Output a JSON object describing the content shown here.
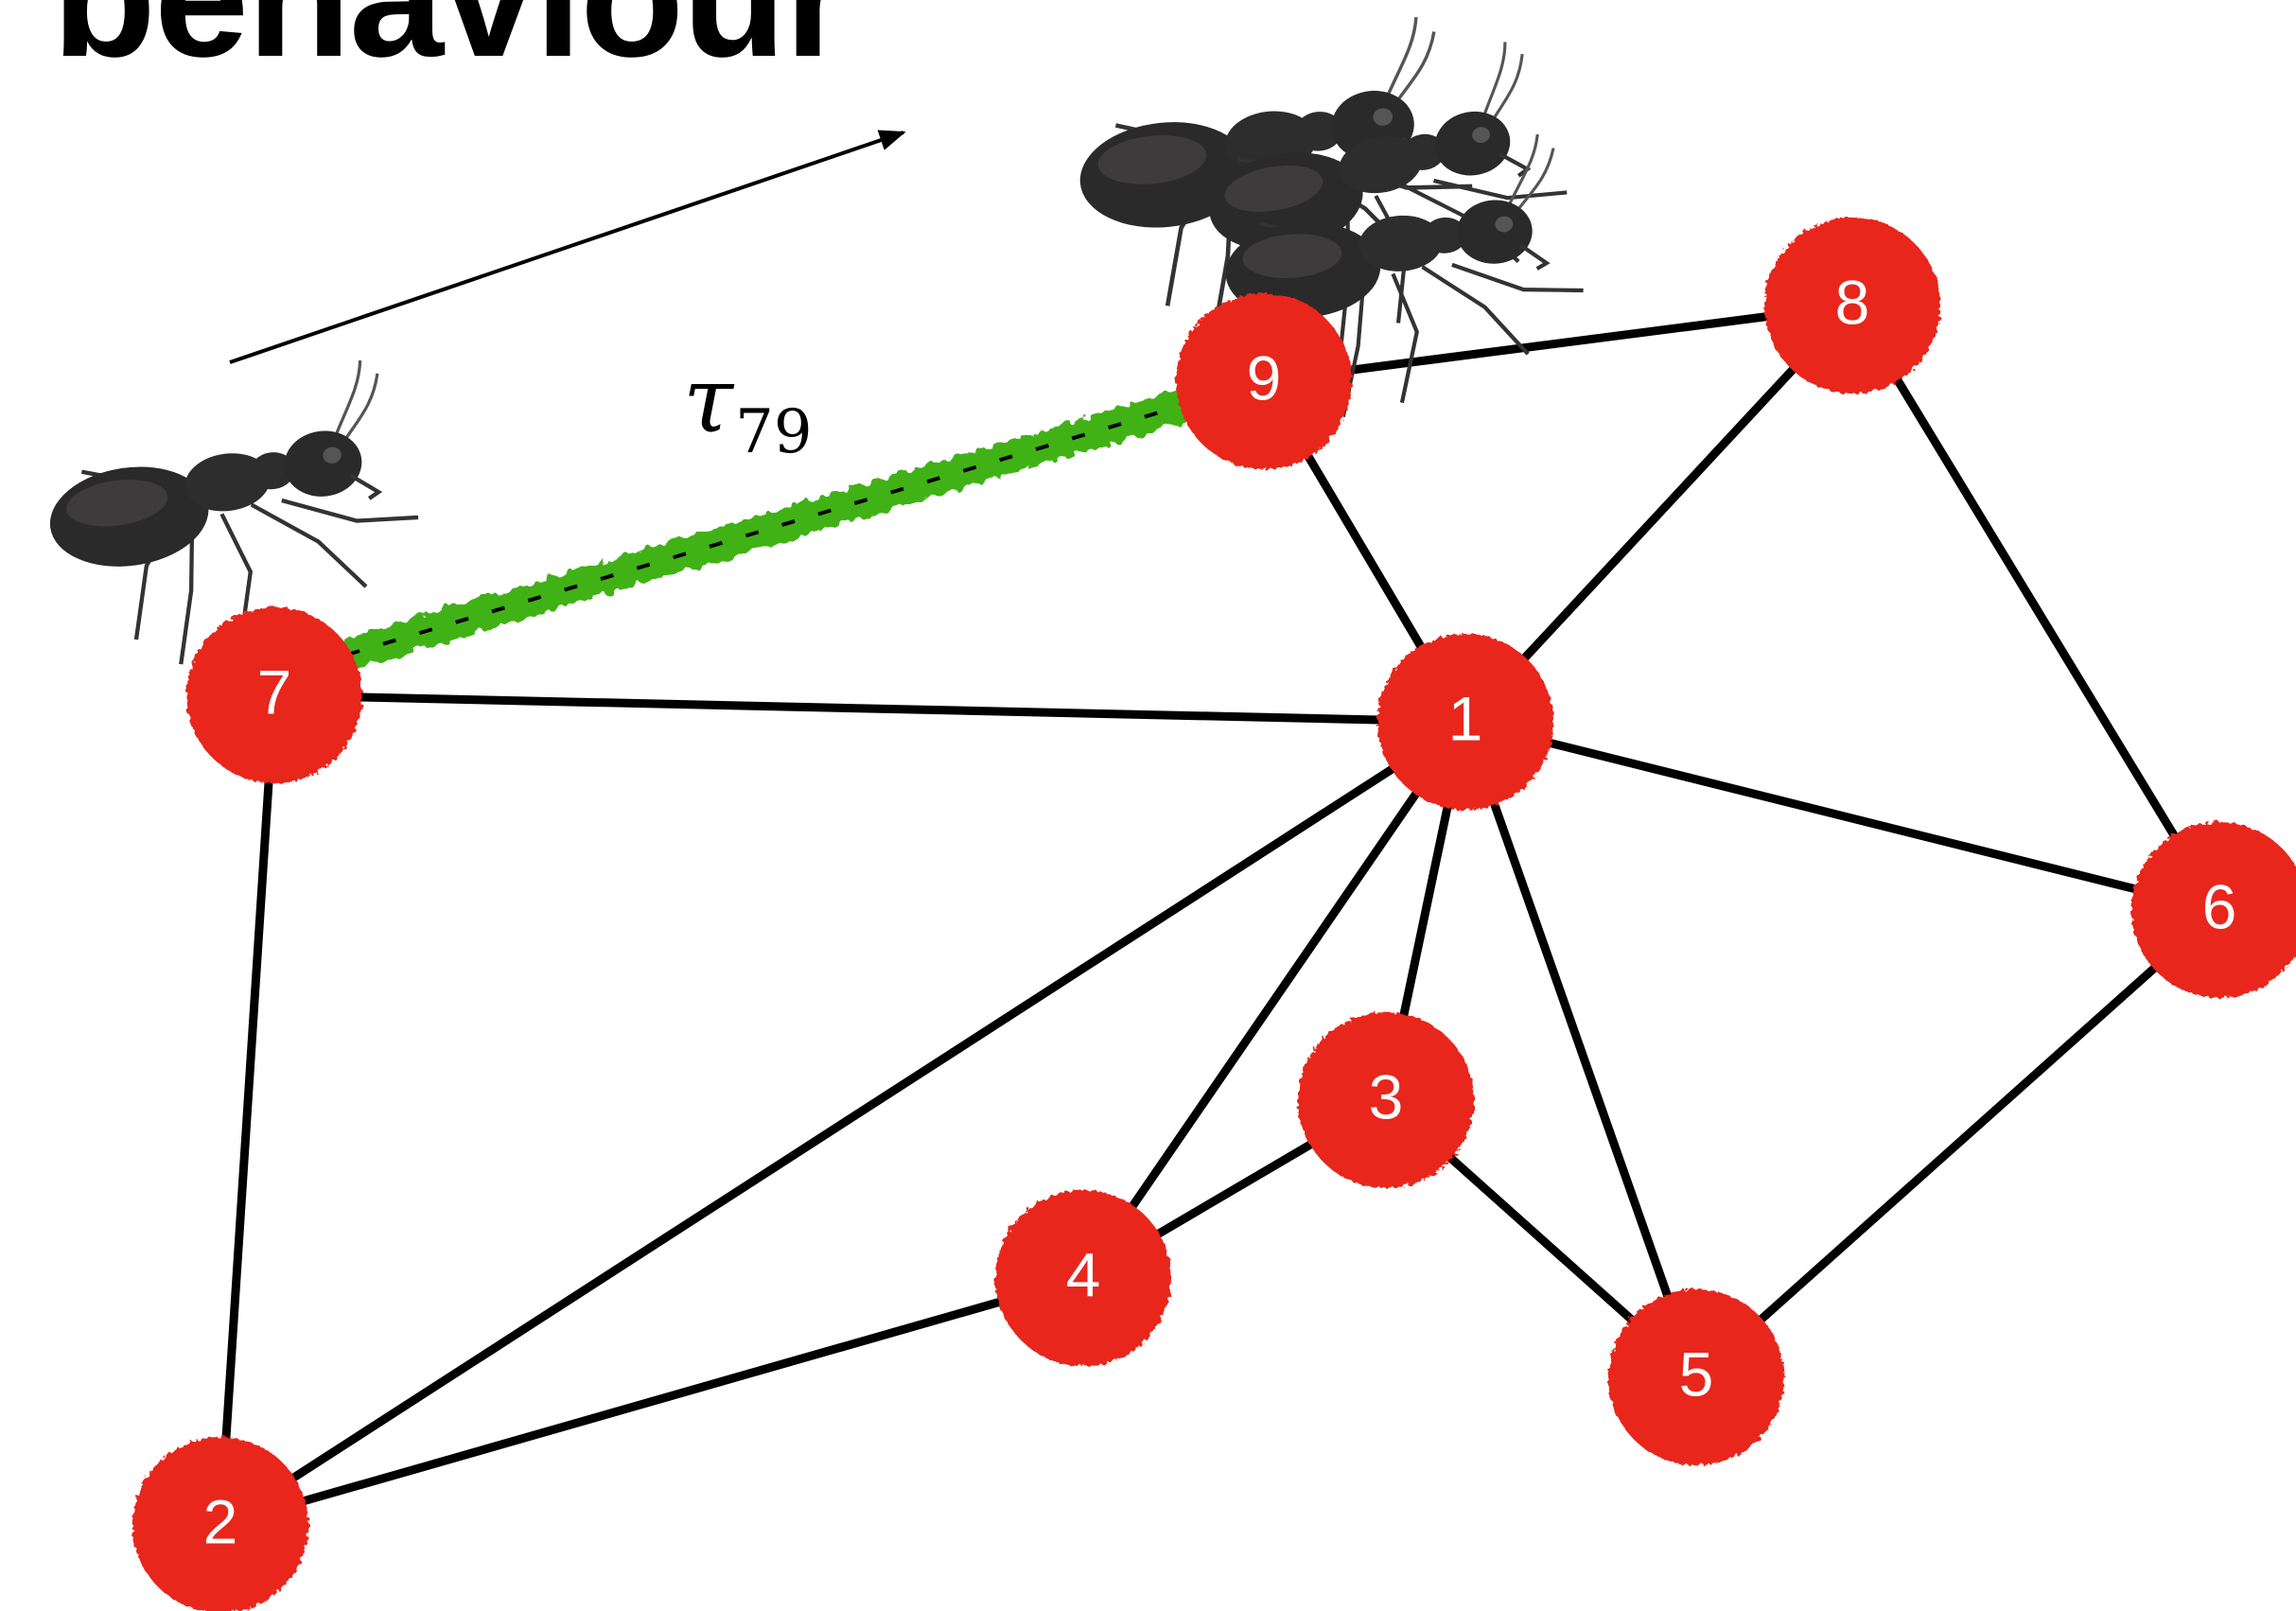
{
  "title": "behaviour",
  "edge_label": {
    "symbol": "τ",
    "subscript": "79"
  },
  "colors": {
    "node_fill": "#e8261b",
    "node_text": "#ffffff",
    "edge": "#000000",
    "pheromone": "#3fb219",
    "ant": "#2b2a2a"
  },
  "nodes": [
    {
      "id": "1",
      "label": "1"
    },
    {
      "id": "2",
      "label": "2"
    },
    {
      "id": "3",
      "label": "3"
    },
    {
      "id": "4",
      "label": "4"
    },
    {
      "id": "5",
      "label": "5"
    },
    {
      "id": "6",
      "label": "6"
    },
    {
      "id": "7",
      "label": "7"
    },
    {
      "id": "8",
      "label": "8"
    },
    {
      "id": "9",
      "label": "9"
    }
  ],
  "edges": [
    {
      "from": "7",
      "to": "1"
    },
    {
      "from": "7",
      "to": "2"
    },
    {
      "from": "7",
      "to": "9",
      "pheromone": true
    },
    {
      "from": "9",
      "to": "8"
    },
    {
      "from": "9",
      "to": "1"
    },
    {
      "from": "8",
      "to": "1"
    },
    {
      "from": "8",
      "to": "6"
    },
    {
      "from": "1",
      "to": "6"
    },
    {
      "from": "1",
      "to": "2"
    },
    {
      "from": "1",
      "to": "4"
    },
    {
      "from": "1",
      "to": "3"
    },
    {
      "from": "1",
      "to": "5"
    },
    {
      "from": "3",
      "to": "4"
    },
    {
      "from": "3",
      "to": "5"
    },
    {
      "from": "4",
      "to": "2"
    },
    {
      "from": "6",
      "to": "5"
    }
  ],
  "ants": [
    {
      "near": "7"
    },
    {
      "near": "9"
    },
    {
      "near": "9"
    },
    {
      "near": "9"
    }
  ]
}
